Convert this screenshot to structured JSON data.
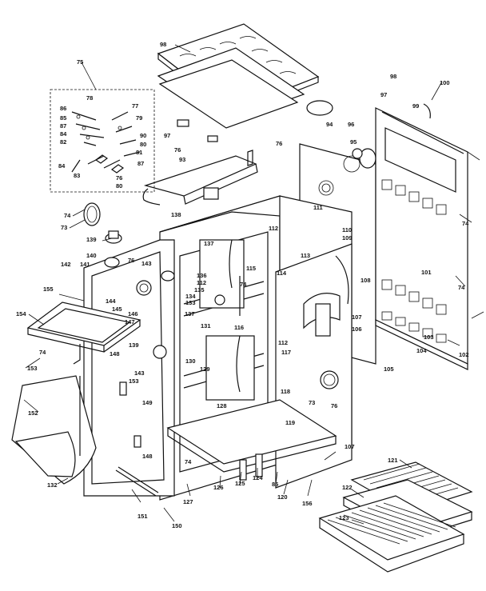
{
  "diagram": {
    "callouts": [
      {
        "id": "c98a",
        "text": "98"
      },
      {
        "id": "c75",
        "text": "75"
      },
      {
        "id": "c78",
        "text": "78"
      },
      {
        "id": "c77",
        "text": "77"
      },
      {
        "id": "c86",
        "text": "86"
      },
      {
        "id": "c85",
        "text": "85"
      },
      {
        "id": "c79",
        "text": "79"
      },
      {
        "id": "c87a",
        "text": "87"
      },
      {
        "id": "c84a",
        "text": "84"
      },
      {
        "id": "c82",
        "text": "82"
      },
      {
        "id": "c90a",
        "text": "90"
      },
      {
        "id": "c80a",
        "text": "80"
      },
      {
        "id": "c81",
        "text": "81"
      },
      {
        "id": "c84b",
        "text": "84"
      },
      {
        "id": "c87b",
        "text": "87"
      },
      {
        "id": "c83",
        "text": "83"
      },
      {
        "id": "c76a",
        "text": "76"
      },
      {
        "id": "c80b",
        "text": "80"
      },
      {
        "id": "c97a",
        "text": "97"
      },
      {
        "id": "c76b",
        "text": "76"
      },
      {
        "id": "c93",
        "text": "93"
      },
      {
        "id": "c76c",
        "text": "76"
      },
      {
        "id": "c94",
        "text": "94"
      },
      {
        "id": "c96",
        "text": "96"
      },
      {
        "id": "c95",
        "text": "95"
      },
      {
        "id": "c98b",
        "text": "98"
      },
      {
        "id": "c97b",
        "text": "97"
      },
      {
        "id": "c99",
        "text": "99"
      },
      {
        "id": "c100",
        "text": "100"
      },
      {
        "id": "c74a",
        "text": "74"
      },
      {
        "id": "c73a",
        "text": "73"
      },
      {
        "id": "c138",
        "text": "138"
      },
      {
        "id": "c139",
        "text": "139"
      },
      {
        "id": "c112a",
        "text": "112"
      },
      {
        "id": "c111",
        "text": "111"
      },
      {
        "id": "c110",
        "text": "110"
      },
      {
        "id": "c109",
        "text": "109"
      },
      {
        "id": "c74b",
        "text": "74"
      },
      {
        "id": "c142",
        "text": "142"
      },
      {
        "id": "c141",
        "text": "141"
      },
      {
        "id": "c140",
        "text": "140"
      },
      {
        "id": "c76d",
        "text": "76"
      },
      {
        "id": "c143",
        "text": "143"
      },
      {
        "id": "c137a",
        "text": "137"
      },
      {
        "id": "c115",
        "text": "115"
      },
      {
        "id": "c136",
        "text": "136"
      },
      {
        "id": "c112b",
        "text": "112"
      },
      {
        "id": "c135",
        "text": "135"
      },
      {
        "id": "c134",
        "text": "134"
      },
      {
        "id": "c133",
        "text": "133"
      },
      {
        "id": "c74c",
        "text": "74"
      },
      {
        "id": "c114",
        "text": "114"
      },
      {
        "id": "c113",
        "text": "113"
      },
      {
        "id": "c108",
        "text": "108"
      },
      {
        "id": "c101",
        "text": "101"
      },
      {
        "id": "c74d",
        "text": "74"
      },
      {
        "id": "c155",
        "text": "155"
      },
      {
        "id": "c144",
        "text": "144"
      },
      {
        "id": "c145",
        "text": "145"
      },
      {
        "id": "c146",
        "text": "146"
      },
      {
        "id": "c147",
        "text": "147"
      },
      {
        "id": "c137b",
        "text": "137"
      },
      {
        "id": "c131",
        "text": "131"
      },
      {
        "id": "c116",
        "text": "116"
      },
      {
        "id": "c107",
        "text": "107"
      },
      {
        "id": "c106",
        "text": "106"
      },
      {
        "id": "c103",
        "text": "103"
      },
      {
        "id": "c154",
        "text": "154"
      },
      {
        "id": "c153",
        "text": "153"
      },
      {
        "id": "c74e",
        "text": "74"
      },
      {
        "id": "c139b",
        "text": "139"
      },
      {
        "id": "c130",
        "text": "130"
      },
      {
        "id": "c129",
        "text": "129"
      },
      {
        "id": "c112c",
        "text": "112"
      },
      {
        "id": "c117",
        "text": "117"
      },
      {
        "id": "c104",
        "text": "104"
      },
      {
        "id": "c102",
        "text": "102"
      },
      {
        "id": "c105",
        "text": "105"
      },
      {
        "id": "c148",
        "text": "148"
      },
      {
        "id": "c143b",
        "text": "143"
      },
      {
        "id": "c153b",
        "text": "153"
      },
      {
        "id": "c149",
        "text": "149"
      },
      {
        "id": "c128",
        "text": "128"
      },
      {
        "id": "c118",
        "text": "118"
      },
      {
        "id": "c73b",
        "text": "73"
      },
      {
        "id": "c76e",
        "text": "76"
      },
      {
        "id": "c152",
        "text": "152"
      },
      {
        "id": "c119",
        "text": "119"
      },
      {
        "id": "c148b",
        "text": "148"
      },
      {
        "id": "c132",
        "text": "132"
      },
      {
        "id": "c74f",
        "text": "74"
      },
      {
        "id": "c107b",
        "text": "107"
      },
      {
        "id": "c121",
        "text": "121"
      },
      {
        "id": "c126",
        "text": "126"
      },
      {
        "id": "c125",
        "text": "125"
      },
      {
        "id": "c124",
        "text": "124"
      },
      {
        "id": "c85b",
        "text": "85"
      },
      {
        "id": "c120",
        "text": "120"
      },
      {
        "id": "c127",
        "text": "127"
      },
      {
        "id": "c156",
        "text": "156"
      },
      {
        "id": "c122",
        "text": "122"
      },
      {
        "id": "c151",
        "text": "151"
      },
      {
        "id": "c150",
        "text": "150"
      },
      {
        "id": "c123",
        "text": "123"
      }
    ]
  }
}
